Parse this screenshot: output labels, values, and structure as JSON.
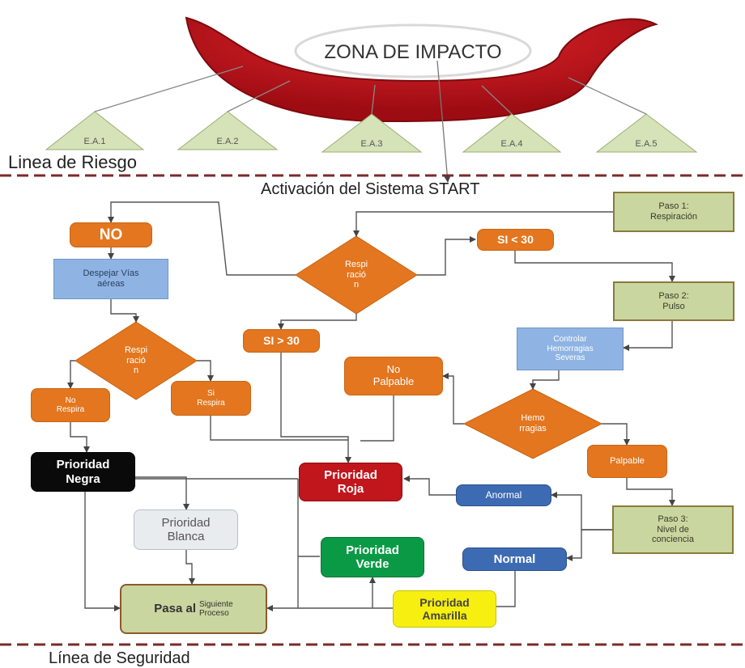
{
  "impact_zone": {
    "label": "ZONA DE IMPACTO",
    "color": "#c0111a"
  },
  "areas": [
    "E.A.1",
    "E.A.2",
    "E.A.3",
    "E.A.4",
    "E.A.5"
  ],
  "risk_line_label": "Linea de Riesgo",
  "activation_label": "Activación del Sistema START",
  "safety_line_label": "Línea de Seguridad",
  "steps": {
    "paso1": "Paso 1:\nRespiración",
    "paso2": "Paso 2:\nPulso",
    "paso3": "Paso 3:\nNivel de\nconciencia"
  },
  "decisions": {
    "respiracion_top": "Respi\nració\nn",
    "respiracion_left": "Respi\nració\nn",
    "hemorragias": "Hemo\nrragias"
  },
  "outcomes": {
    "no": "NO",
    "si_menor_30": "SI < 30",
    "si_mayor_30": "SI > 30",
    "despejar": "Despejar Vías\naéreas",
    "no_respira": "No\nRespira",
    "si_respira": "Si\nRespira",
    "no_palpable": "No\nPalpable",
    "palpable": "Palpable",
    "controlar": "Controlar\nHemorragias\nSeveras",
    "anormal": "Anormal",
    "normal": "Normal"
  },
  "priorities": {
    "negra": "Prioridad\nNegra",
    "roja": "Prioridad\nRoja",
    "blanca": "Prioridad\nBlanca",
    "verde": "Prioridad\nVerde",
    "amarilla": "Prioridad\nAmarilla"
  },
  "next_process": {
    "main": "Pasa al",
    "rest": "Siguiente\nProceso"
  },
  "colors": {
    "orange": "#e3761f",
    "red_priority": "#c0161c",
    "black_priority": "#0a0a0a",
    "white_priority": "#e9ecef",
    "green_priority": "#0a9a46",
    "yellow_priority": "#f7ef10",
    "navy_status": "#3d6bb3",
    "light_blue": "#8fb4e3",
    "olive_step": "#c9d6a0",
    "divider": "#7a2a2a"
  }
}
